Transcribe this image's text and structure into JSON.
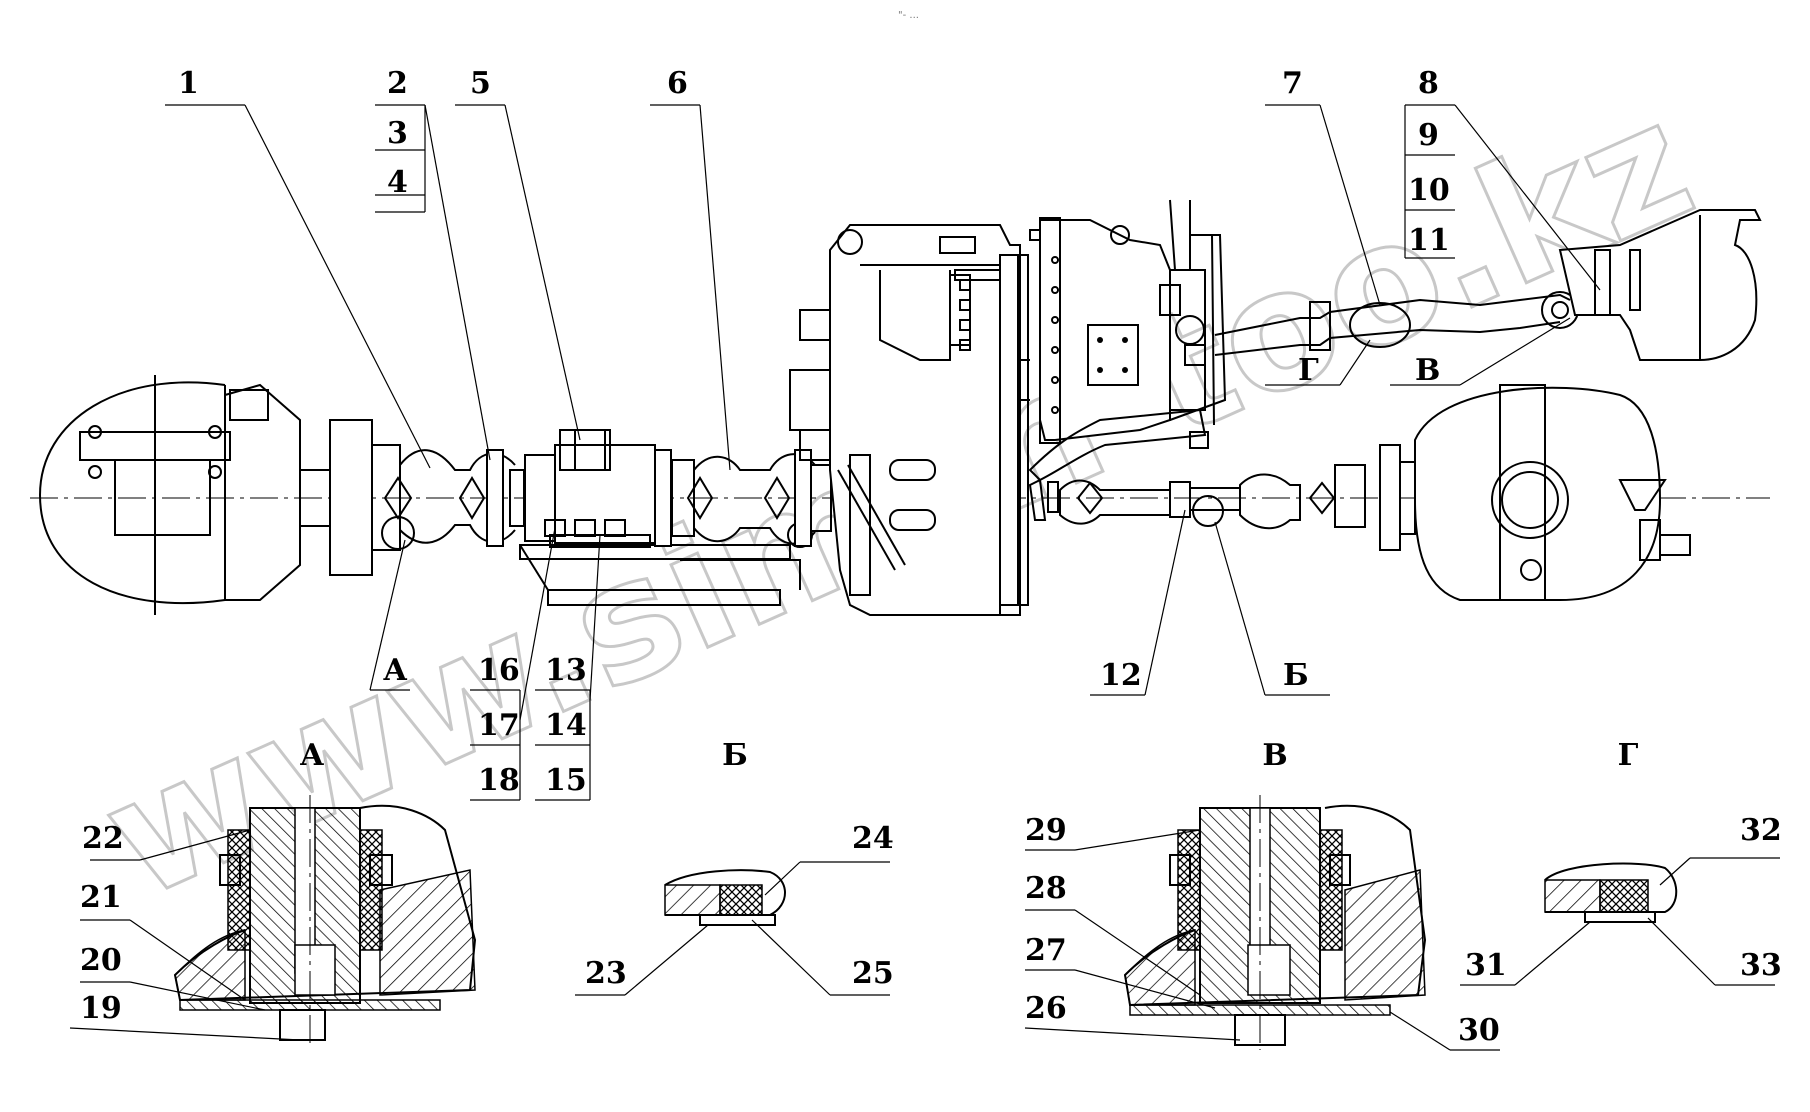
{
  "top_mark": "\"- ...",
  "watermark": "www.simon-too.kz",
  "callouts": [
    "1",
    "2",
    "3",
    "4",
    "5",
    "6",
    "7",
    "8",
    "9",
    "10",
    "11",
    "12",
    "13",
    "14",
    "15",
    "16",
    "17",
    "18"
  ],
  "view_letters_main": [
    "А",
    "Б",
    "В",
    "Г"
  ],
  "detail_views": [
    {
      "title": "А",
      "numbers": [
        "22",
        "21",
        "20",
        "19"
      ]
    },
    {
      "title": "Б",
      "numbers": [
        "24",
        "23",
        "25"
      ]
    },
    {
      "title": "В",
      "numbers": [
        "29",
        "28",
        "27",
        "26",
        "30"
      ]
    },
    {
      "title": "Г",
      "numbers": [
        "32",
        "31",
        "33"
      ]
    }
  ]
}
